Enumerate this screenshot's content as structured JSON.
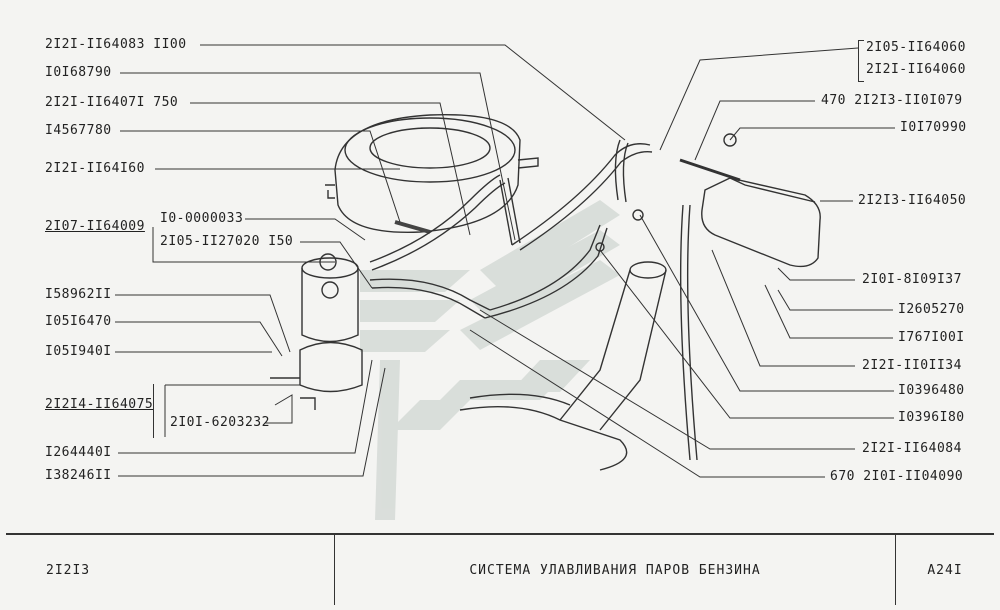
{
  "labels_left": [
    "2I2I-II64083 II00",
    "I0I68790",
    "2I2I-II6407I 750",
    "I4567780",
    "2I2I-II64I60",
    "2I07-II64009",
    "I0-0000033",
    "2I05-II27020 I50",
    "I58962II",
    "I05I6470",
    "I05I940I",
    "2I2I4-II64075",
    "2I0I-6203232",
    "I264440I",
    "I38246II"
  ],
  "labels_right": [
    "2I05-II64060",
    "2I2I-II64060",
    "470 2I2I3-II0I079",
    "I0I70990",
    "2I2I3-II64050",
    "2I0I-8I09I37",
    "I2605270",
    "I767I00I",
    "2I2I-II0II34",
    "I0396480",
    "I0396I80",
    "2I2I-II64084",
    "670 2I0I-II04090"
  ],
  "title_block": {
    "model": "2I2I3",
    "title": "СИСТЕМА  УЛАВЛИВАНИЯ  ПАРОВ  БЕНЗИНА",
    "sheet": "A24I"
  }
}
